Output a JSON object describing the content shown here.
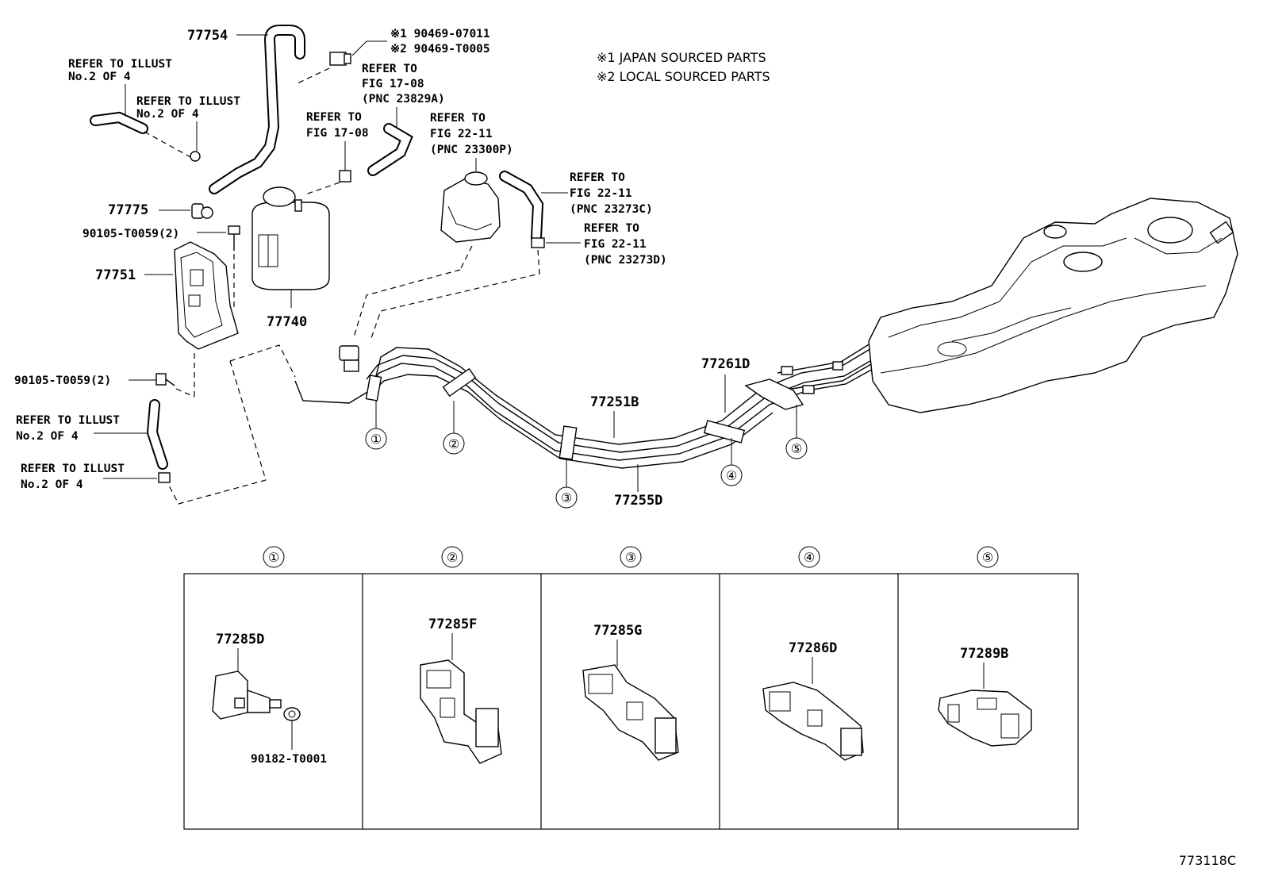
{
  "notes": {
    "japan": "※1 JAPAN SOURCED PARTS",
    "local": "※2 LOCAL SOURCED PARTS"
  },
  "parts": {
    "p77754": "77754",
    "p90469_1": "※1 90469-07011",
    "p90469_2": "※2 90469-T0005",
    "p77775": "77775",
    "p90105_a": "90105-T0059(2)",
    "p77751": "77751",
    "p77740": "77740",
    "p90105_b": "90105-T0059(2)",
    "p77261D": "77261D",
    "p77251B": "77251B",
    "p77255D": "77255D",
    "p77285D": "77285D",
    "p90182": "90182-T0001",
    "p77285F": "77285F",
    "p77285G": "77285G",
    "p77286D": "77286D",
    "p77289B": "77289B"
  },
  "refs": {
    "illust_a": [
      "REFER TO ILLUST",
      "No.2 OF 4"
    ],
    "illust_b": [
      "REFER TO ILLUST",
      "No.2 OF 4"
    ],
    "illust_c": [
      "REFER TO ILLUST",
      "No.2 OF 4"
    ],
    "illust_d": [
      "REFER TO ILLUST",
      "No.2 OF 4"
    ],
    "fig1708_a": [
      "REFER TO",
      "FIG 17-08",
      "(PNC 23829A)"
    ],
    "fig1708_b": [
      "REFER TO",
      "FIG 17-08"
    ],
    "fig2211_a": [
      "REFER TO",
      "FIG 22-11",
      "(PNC 23300P)"
    ],
    "fig2211_b": [
      "REFER TO",
      "FIG 22-11",
      "(PNC 23273C)"
    ],
    "fig2211_c": [
      "REFER TO",
      "FIG 22-11",
      "(PNC 23273D)"
    ]
  },
  "callouts": [
    "①",
    "②",
    "③",
    "④",
    "⑤"
  ],
  "panels": [
    "①",
    "②",
    "③",
    "④",
    "⑤"
  ],
  "figure_id": "773118C"
}
